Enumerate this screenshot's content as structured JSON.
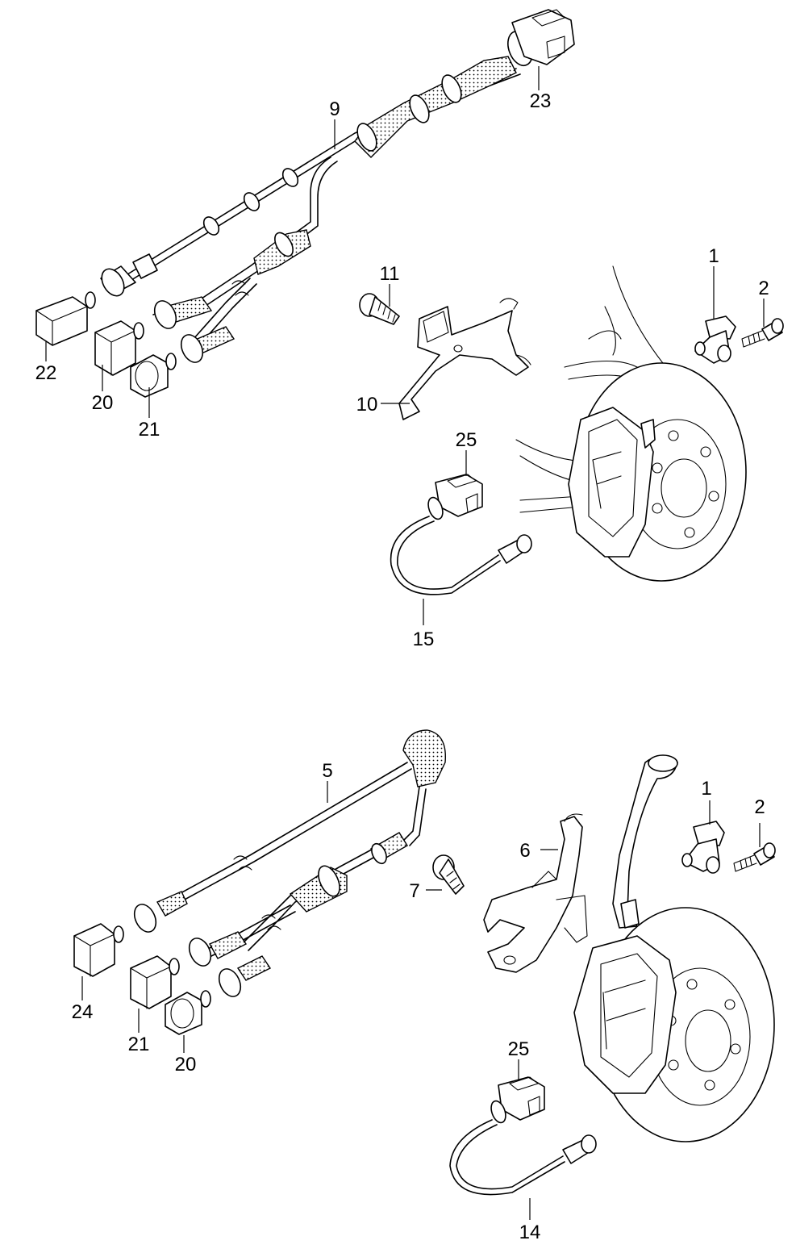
{
  "callouts": {
    "upper_9": "9",
    "upper_23": "23",
    "upper_22": "22",
    "upper_20": "20",
    "upper_21": "21",
    "upper_11": "11",
    "upper_10": "10",
    "upper_1": "1",
    "upper_2": "2",
    "upper_25": "25",
    "upper_15": "15",
    "lower_5": "5",
    "lower_1": "1",
    "lower_2": "2",
    "lower_6": "6",
    "lower_7": "7",
    "lower_24": "24",
    "lower_21": "21",
    "lower_20": "20",
    "lower_25": "25",
    "lower_14": "14"
  },
  "line_color": "#000000",
  "background": "#ffffff"
}
